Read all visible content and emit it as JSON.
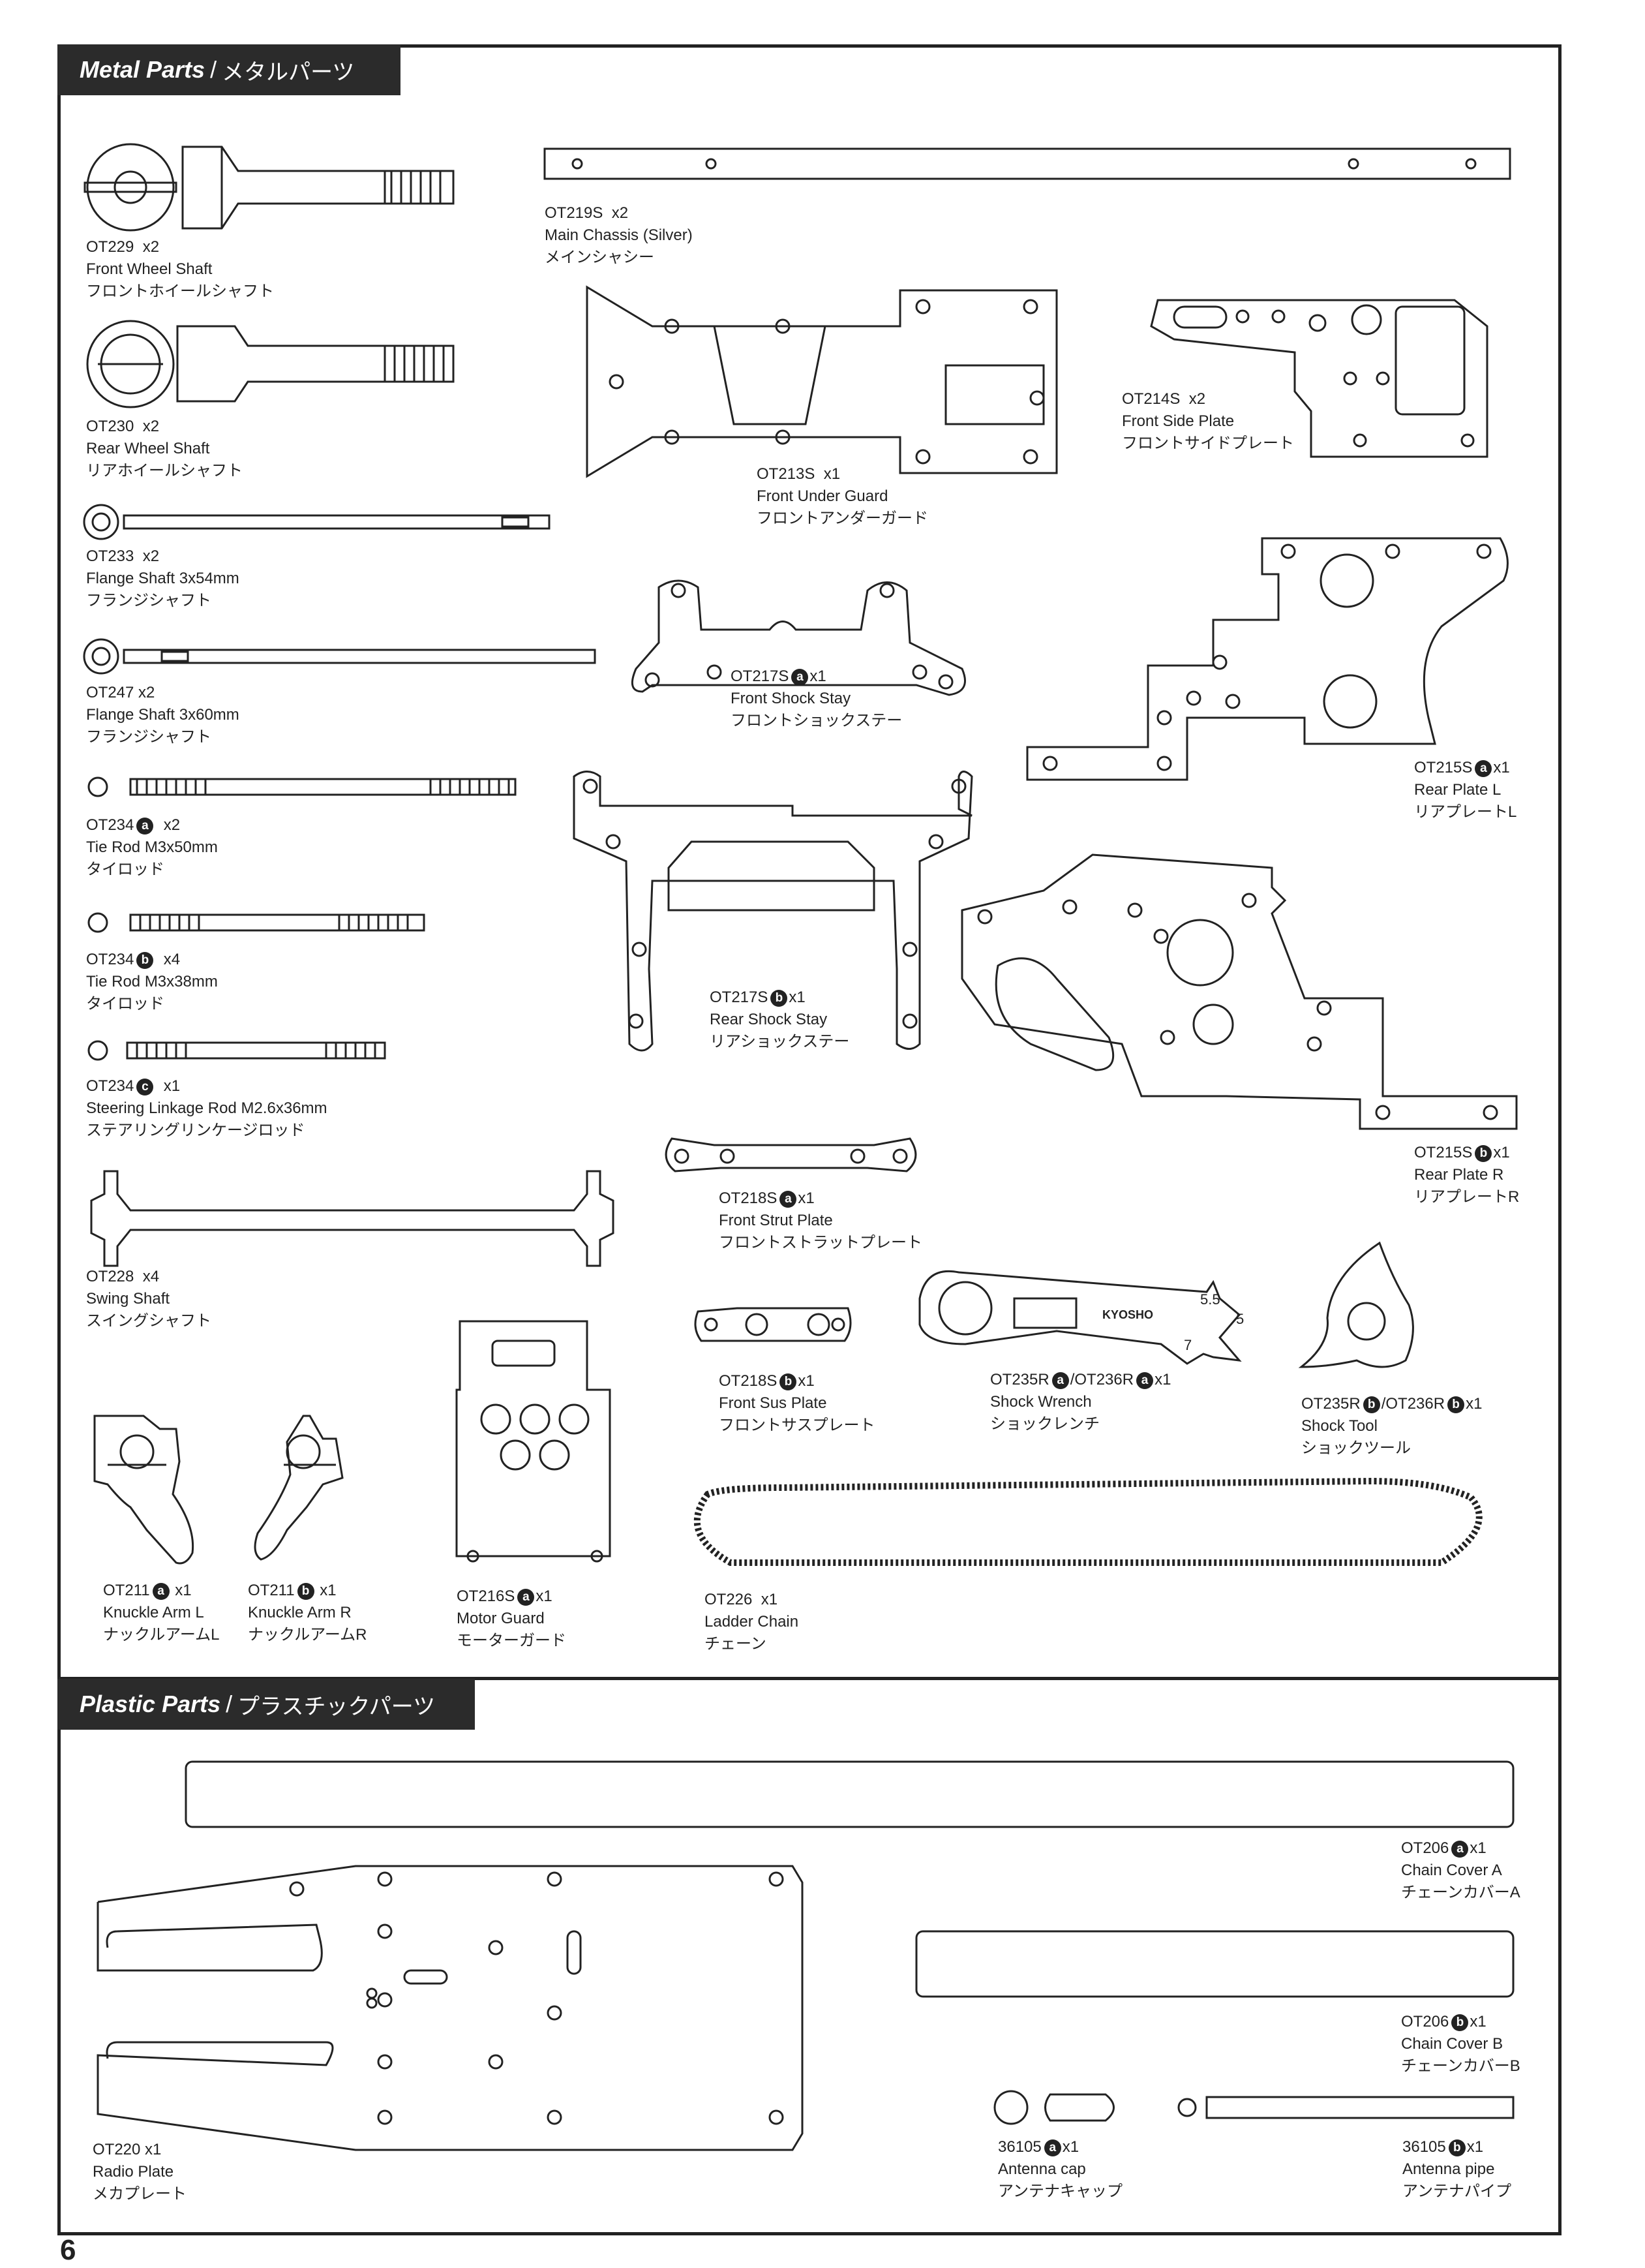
{
  "page_number": "6",
  "sections": {
    "metal": {
      "title_en": "Metal Parts",
      "title_jp": "メタルパーツ"
    },
    "plastic": {
      "title_en": "Plastic Parts",
      "title_jp": "プラスチックパーツ"
    }
  },
  "parts": {
    "ot229": {
      "code": "OT229",
      "qty": "x2",
      "name_en": "Front Wheel Shaft",
      "name_jp": "フロントホイールシャフト"
    },
    "ot230": {
      "code": "OT230",
      "qty": "x2",
      "name_en": "Rear Wheel Shaft",
      "name_jp": "リアホイールシャフト"
    },
    "ot233": {
      "code": "OT233",
      "qty": "x2",
      "name_en": "Flange Shaft 3x54mm",
      "name_jp": "フランジシャフト"
    },
    "ot247": {
      "code": "OT247",
      "qty": "x2",
      "name_en": "Flange Shaft 3x60mm",
      "name_jp": "フランジシャフト"
    },
    "ot234a": {
      "code": "OT234",
      "badge": "a",
      "qty": "x2",
      "name_en": "Tie Rod M3x50mm",
      "name_jp": "タイロッド"
    },
    "ot234b": {
      "code": "OT234",
      "badge": "b",
      "qty": "x4",
      "name_en": "Tie Rod M3x38mm",
      "name_jp": "タイロッド"
    },
    "ot234c": {
      "code": "OT234",
      "badge": "c",
      "qty": "x1",
      "name_en": "Steering Linkage Rod M2.6x36mm",
      "name_jp": "ステアリングリンケージロッド"
    },
    "ot228": {
      "code": "OT228",
      "qty": "x4",
      "name_en": "Swing Shaft",
      "name_jp": "スイングシャフト"
    },
    "ot211a": {
      "code": "OT211",
      "badge": "a",
      "qty": "x1",
      "name_en": "Knuckle Arm L",
      "name_jp": "ナックルアームL"
    },
    "ot211b": {
      "code": "OT211",
      "badge": "b",
      "qty": "x1",
      "name_en": "Knuckle Arm R",
      "name_jp": "ナックルアームR"
    },
    "ot219s": {
      "code": "OT219S",
      "qty": "x2",
      "name_en": "Main Chassis (Silver)",
      "name_jp": "メインシャシー"
    },
    "ot213s": {
      "code": "OT213S",
      "qty": "x1",
      "name_en": "Front Under Guard",
      "name_jp": "フロントアンダーガード"
    },
    "ot214s": {
      "code": "OT214S",
      "qty": "x2",
      "name_en": "Front Side Plate",
      "name_jp": "フロントサイドプレート"
    },
    "ot217sa": {
      "code": "OT217S",
      "badge": "a",
      "qty": "x1",
      "name_en": "Front Shock Stay",
      "name_jp": "フロントショックステー"
    },
    "ot215sa": {
      "code": "OT215S",
      "badge": "a",
      "qty": "x1",
      "name_en": "Rear Plate L",
      "name_jp": "リアプレートL"
    },
    "ot217sb": {
      "code": "OT217S",
      "badge": "b",
      "qty": "x1",
      "name_en": "Rear Shock Stay",
      "name_jp": "リアショックステー"
    },
    "ot215sb": {
      "code": "OT215S",
      "badge": "b",
      "qty": "x1",
      "name_en": "Rear Plate R",
      "name_jp": "リアプレートR"
    },
    "ot218sa": {
      "code": "OT218S",
      "badge": "a",
      "qty": "x1",
      "name_en": "Front Strut Plate",
      "name_jp": "フロントストラットプレート"
    },
    "ot218sb": {
      "code": "OT218S",
      "badge": "b",
      "qty": "x1",
      "name_en": "Front Sus Plate",
      "name_jp": "フロントサスプレート"
    },
    "ot235ra": {
      "code": "OT235R",
      "badge": "a",
      "code2": "/OT236R",
      "badge2": "a",
      "qty": "x1",
      "name_en": "Shock Wrench",
      "name_jp": "ショックレンチ"
    },
    "ot235rb": {
      "code": "OT235R",
      "badge": "b",
      "code2": "/OT236R",
      "badge2": "b",
      "qty": "x1",
      "name_en": "Shock Tool",
      "name_jp": "ショックツール"
    },
    "ot216sa": {
      "code": "OT216S",
      "badge": "a",
      "qty": "x1",
      "name_en": "Motor Guard",
      "name_jp": "モーターガード"
    },
    "ot226": {
      "code": "OT226",
      "qty": "x1",
      "name_en": "Ladder Chain",
      "name_jp": "チェーン"
    },
    "ot206a": {
      "code": "OT206",
      "badge": "a",
      "qty": "x1",
      "name_en": "Chain Cover A",
      "name_jp": "チェーンカバーA"
    },
    "ot206b": {
      "code": "OT206",
      "badge": "b",
      "qty": "x1",
      "name_en": "Chain Cover B",
      "name_jp": "チェーンカバーB"
    },
    "ot220": {
      "code": "OT220",
      "qty": "x1",
      "name_en": "Radio Plate",
      "name_jp": "メカプレート"
    },
    "a36105a": {
      "code": "36105",
      "badge": "a",
      "qty": "x1",
      "name_en": "Antenna cap",
      "name_jp": "アンテナキャップ"
    },
    "a36105b": {
      "code": "36105",
      "badge": "b",
      "qty": "x1",
      "name_en": "Antenna pipe",
      "name_jp": "アンテナパイプ"
    }
  },
  "wrench_text": {
    "brand": "KYOSHO",
    "n1": "5.5",
    "n2": "5",
    "n3": "7"
  }
}
